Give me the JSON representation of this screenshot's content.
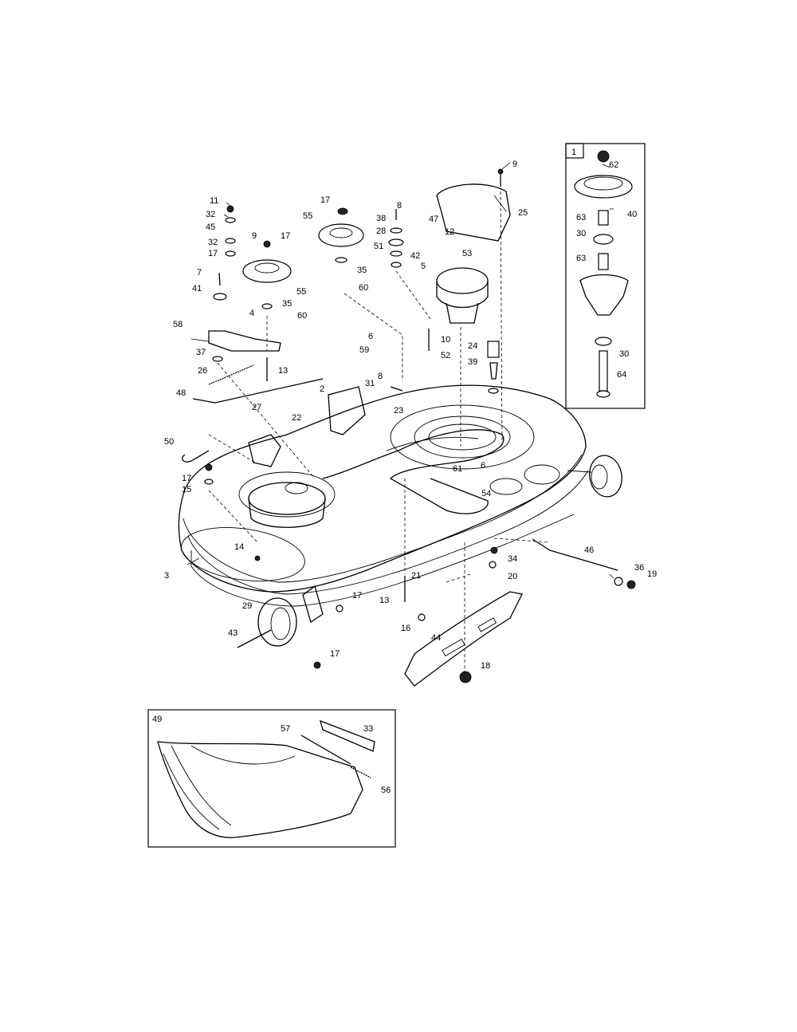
{
  "inset_1": {
    "tag": "1"
  },
  "inset_49": {
    "tag": "49"
  },
  "callouts": [
    "1",
    "2",
    "3",
    "4",
    "5",
    "6",
    "7",
    "8",
    "9",
    "10",
    "11",
    "12",
    "13",
    "14",
    "15",
    "16",
    "17",
    "18",
    "19",
    "20",
    "21",
    "22",
    "23",
    "24",
    "25",
    "26",
    "27",
    "28",
    "29",
    "30",
    "31",
    "32",
    "33",
    "34",
    "35",
    "36",
    "37",
    "38",
    "39",
    "40",
    "41",
    "42",
    "43",
    "44",
    "45",
    "46",
    "47",
    "48",
    "49",
    "50",
    "51",
    "52",
    "53",
    "54",
    "55",
    "56",
    "57",
    "58",
    "59",
    "60",
    "61",
    "62",
    "63",
    "64"
  ]
}
